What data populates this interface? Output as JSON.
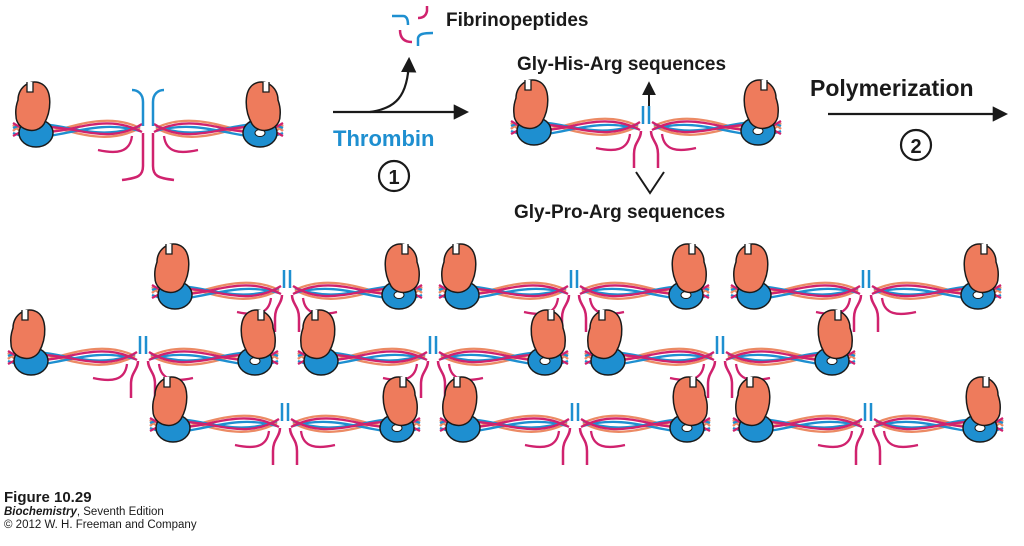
{
  "labels": {
    "fibrinopeptides": "Fibrinopeptides",
    "thrombin": "Thrombin",
    "step1": "1",
    "gly_his_arg": "Gly-His-Arg sequences",
    "gly_pro_arg": "Gly-Pro-Arg sequences",
    "polymerization": "Polymerization",
    "step2": "2"
  },
  "caption": {
    "figure": "Figure 10.29",
    "book_title": "Biochemistry",
    "book_edition": ", Seventh Edition",
    "copyright": "© 2012 W. H. Freeman and Company"
  },
  "colors": {
    "salmon": "#ee7b5c",
    "blue": "#1e8fd0",
    "magenta": "#d0226e",
    "orange_strand": "#ec8a64",
    "text": "#1a1a1a"
  }
}
